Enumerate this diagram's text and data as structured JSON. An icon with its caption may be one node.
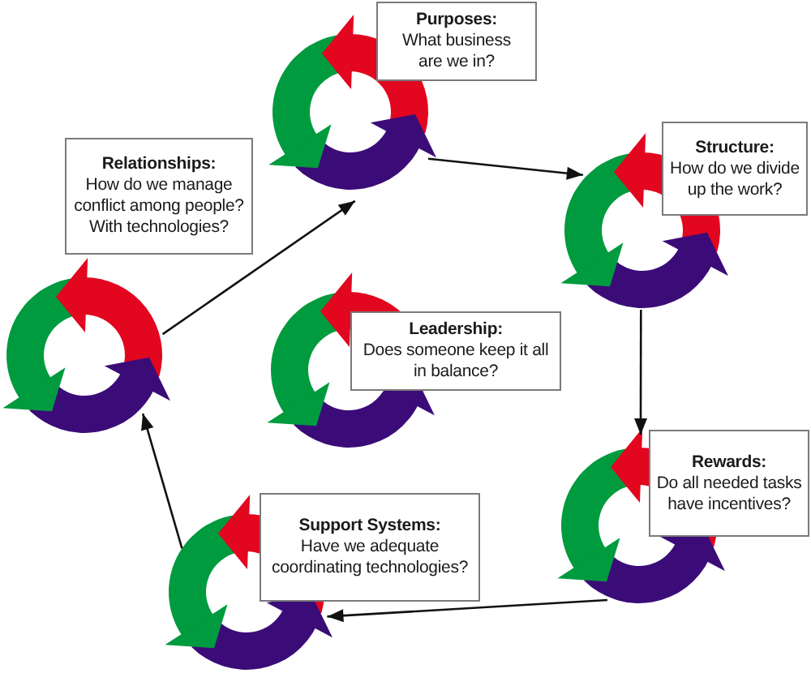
{
  "diagram": {
    "nodes": [
      {
        "text": [
          "Purposes:",
          "What business are we in?"
        ]
      },
      {
        "text": [],
        "shape": "cycle"
      },
      {
        "text": [
          "Structure:",
          "How do we divide up the work?"
        ]
      },
      {
        "text": [],
        "shape": "cycle"
      },
      {
        "text": [
          "Relationships:",
          "How do we manage conflict among people? With technologies?"
        ]
      },
      {
        "text": [],
        "shape": "cycle"
      },
      {
        "text": [],
        "shape": "cycle"
      },
      {
        "text": [
          "Leadership:",
          "Does someone keep it all in balance?"
        ]
      },
      {
        "text": [
          "Rewards:",
          "Do all needed tasks have incentives?"
        ]
      },
      {
        "text": [],
        "shape": "cycle"
      },
      {
        "text": [
          "Support Systems:",
          "Have we adequate coordinating technologies?"
        ]
      },
      {
        "text": [],
        "shape": "cycle"
      }
    ],
    "edges": [
      {
        "from": 1,
        "to": 3,
        "arrow": "to"
      },
      {
        "from": 3,
        "to": 9,
        "arrow": "to"
      },
      {
        "from": 9,
        "to": 11,
        "arrow": "to"
      },
      {
        "from": 11,
        "to": 5,
        "arrow": "to"
      },
      {
        "from": 5,
        "to": 1,
        "arrow": "to"
      }
    ]
  }
}
